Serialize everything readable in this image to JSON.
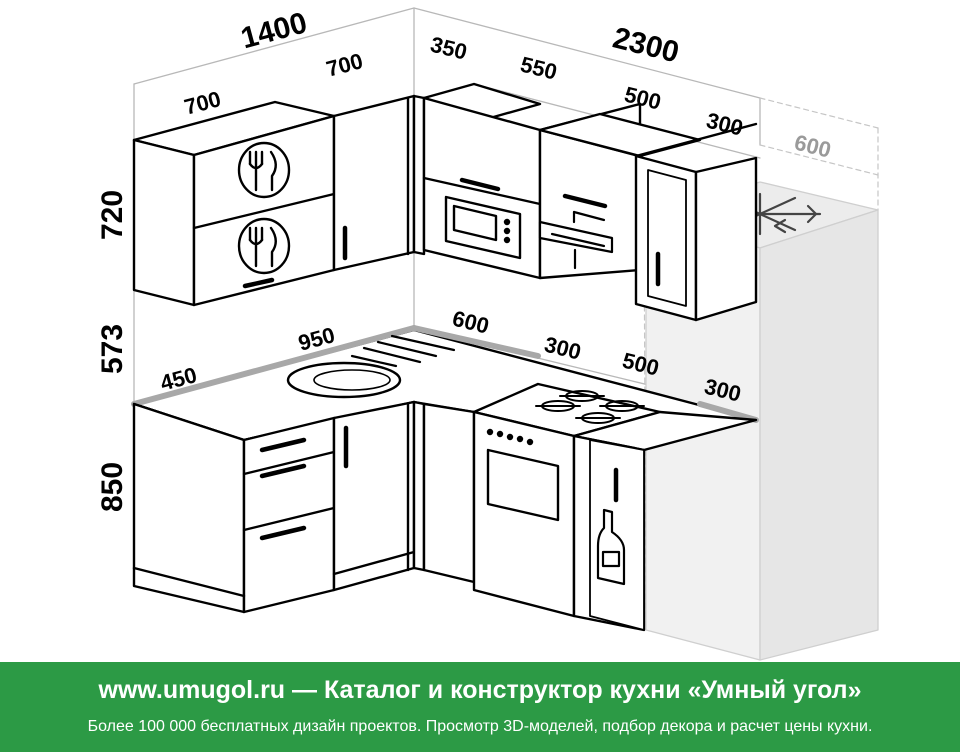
{
  "dimensions": {
    "width_left": "1400",
    "width_right": "2300",
    "upper_left_1": "700",
    "upper_left_2": "700",
    "upper_right_1": "350",
    "upper_right_2": "550",
    "upper_right_3": "500",
    "upper_right_4": "300",
    "fridge_width": "600",
    "height_upper": "720",
    "height_gap": "573",
    "height_base": "850",
    "counter_left_1": "450",
    "counter_left_2": "950",
    "counter_right_1": "600",
    "counter_right_2": "300",
    "counter_right_3": "500",
    "counter_right_4": "300"
  },
  "banner": {
    "title": "www.umugol.ru — Каталог и конструктор кухни «Умный угол»",
    "subtitle": "Более 100 000 бесплатных дизайн проектов. Просмотр 3D-моделей, подбор декора и расчет цены кухни."
  },
  "colors": {
    "banner_bg": "#2c9a45",
    "line": "#000000",
    "guide": "#b5b5b5",
    "countertop_edge": "#a8a8a8",
    "fridge": "#f0f0f0"
  },
  "icons": [
    "fork-knife-icon",
    "microwave-icon",
    "cooker-hood-icon",
    "snowflake-icon",
    "stove-burner-icon",
    "bottle-icon",
    "sink-icon"
  ]
}
